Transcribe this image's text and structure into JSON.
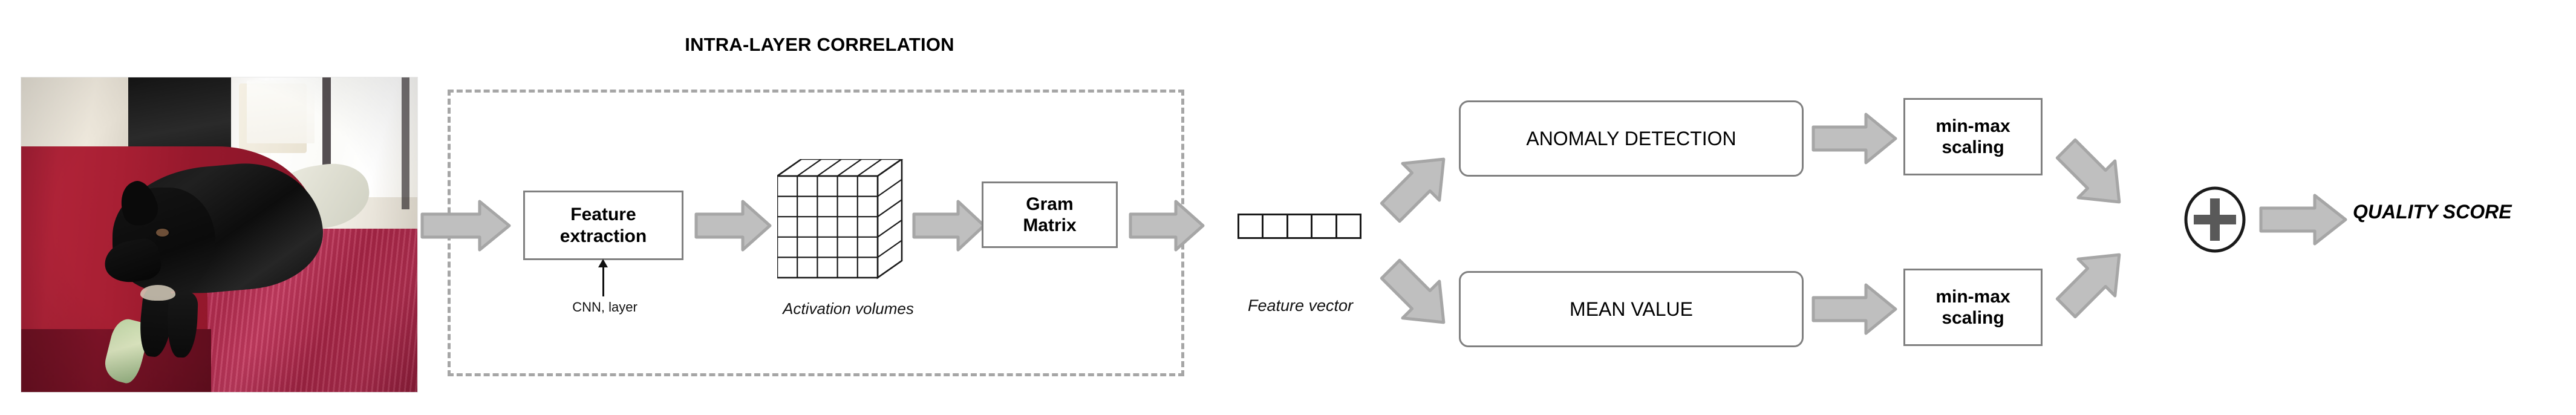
{
  "diagram": {
    "title": "INTRA-LAYER CORRELATION",
    "input_image": {
      "alt": "photograph of a black dog resting on the arm of a red couch",
      "subject": "black dog on red couch",
      "colors": {
        "couch": "#a81f33",
        "seat": "#b82f52",
        "dog": "#131313",
        "wall": "#e6e1d6"
      }
    },
    "blocks": {
      "feature_extraction": {
        "line1": "Feature",
        "line2": "extraction"
      },
      "gram_matrix": {
        "line1": "Gram",
        "line2": "Matrix"
      },
      "anomaly_detection": {
        "label": "ANOMALY DETECTION"
      },
      "mean_value": {
        "label": "MEAN VALUE"
      },
      "min_max_top": {
        "line1": "min-max",
        "line2": "scaling"
      },
      "min_max_bottom": {
        "line1": "min-max",
        "line2": "scaling"
      }
    },
    "annotations": {
      "cnn_layer": "CNN, layer",
      "activation_volumes": "Activation volumes",
      "feature_vector": "Feature vector"
    },
    "output": {
      "label": "QUALITY SCORE"
    },
    "operator": {
      "symbol": "+",
      "name": "sum"
    },
    "shapes": {
      "activation_volume_grid": {
        "rows": 5,
        "cols": 5,
        "depth_slices": 5
      },
      "feature_vector_cells": 5
    },
    "colors": {
      "arrow_fill": "#bfbfbf",
      "arrow_stroke": "#a6a6a6",
      "box_stroke": "#808080",
      "dashed_stroke": "#a6a6a6",
      "text": "#000000",
      "plus_fill": "#595959",
      "background": "#ffffff"
    }
  }
}
